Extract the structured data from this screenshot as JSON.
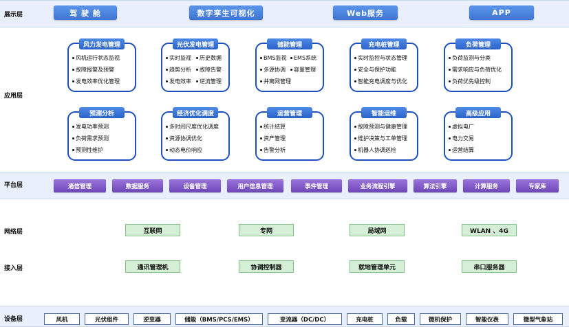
{
  "layers": {
    "display": "展示层",
    "application": "应用层",
    "platform": "平台层",
    "network": "网络层",
    "access": "接入层",
    "device": "设备层"
  },
  "display_items": [
    "驾 驶 舱",
    "数字孪生可视化",
    "Web服务",
    "APP"
  ],
  "app_modules": [
    {
      "title": "风力发电管理",
      "items": [
        "风机运行状态监视",
        "故障报警及预警",
        "发电效率优化管理"
      ]
    },
    {
      "title": "光伏发电管理",
      "items": [
        "实时监视",
        "历史数据",
        "趋势分析",
        "故障告警",
        "发电效率",
        "逆流管理"
      ]
    },
    {
      "title": "储能管理",
      "items": [
        "BMS监视",
        "EMS系统",
        "多源协调",
        "容量管理",
        "并离网管理"
      ]
    },
    {
      "title": "充电桩管理",
      "items": [
        "实时监控与状态管理",
        "安全与保护功能",
        "智能充电调度与优化"
      ]
    },
    {
      "title": "负荷管理",
      "items": [
        "负荷监测与分类",
        "需求响应与负荷优化",
        "负荷优先级控制"
      ]
    },
    {
      "title": "预测分析",
      "items": [
        "发电功率预测",
        "负荷需求预测",
        "预测性维护"
      ]
    },
    {
      "title": "经济优化调度",
      "items": [
        "多时间尺度优化调度",
        "资源协调优化",
        "动态电价响应"
      ]
    },
    {
      "title": "运营管理",
      "items": [
        "统计结算",
        "资产管理",
        "告警分析"
      ]
    },
    {
      "title": "智能运维",
      "items": [
        "故障预测与健康管理",
        "维护决策与工单管理",
        "机器人协调巡检"
      ]
    },
    {
      "title": "高级应用",
      "items": [
        "虚拟电厂",
        "电力交易",
        "运营结算"
      ]
    }
  ],
  "platform_items": [
    "通信管理",
    "数据服务",
    "设备管理",
    "用户信息管理",
    "事件管理",
    "业务流程引擎",
    "算法引擎",
    "计算服务",
    "专家库"
  ],
  "network_items": [
    "互联网",
    "专网",
    "局域网",
    "WLAN 、4G"
  ],
  "access_items": [
    "通讯管理机",
    "协调控制器",
    "就地管理单元",
    "串口服务器"
  ],
  "device_items": [
    "风机",
    "光伏组件",
    "逆变器",
    "储能（BMS/PCS/EMS）",
    "变流器（DC/DC）",
    "充电桩",
    "负载",
    "微机保护",
    "智能仪表",
    "微型气象站"
  ]
}
